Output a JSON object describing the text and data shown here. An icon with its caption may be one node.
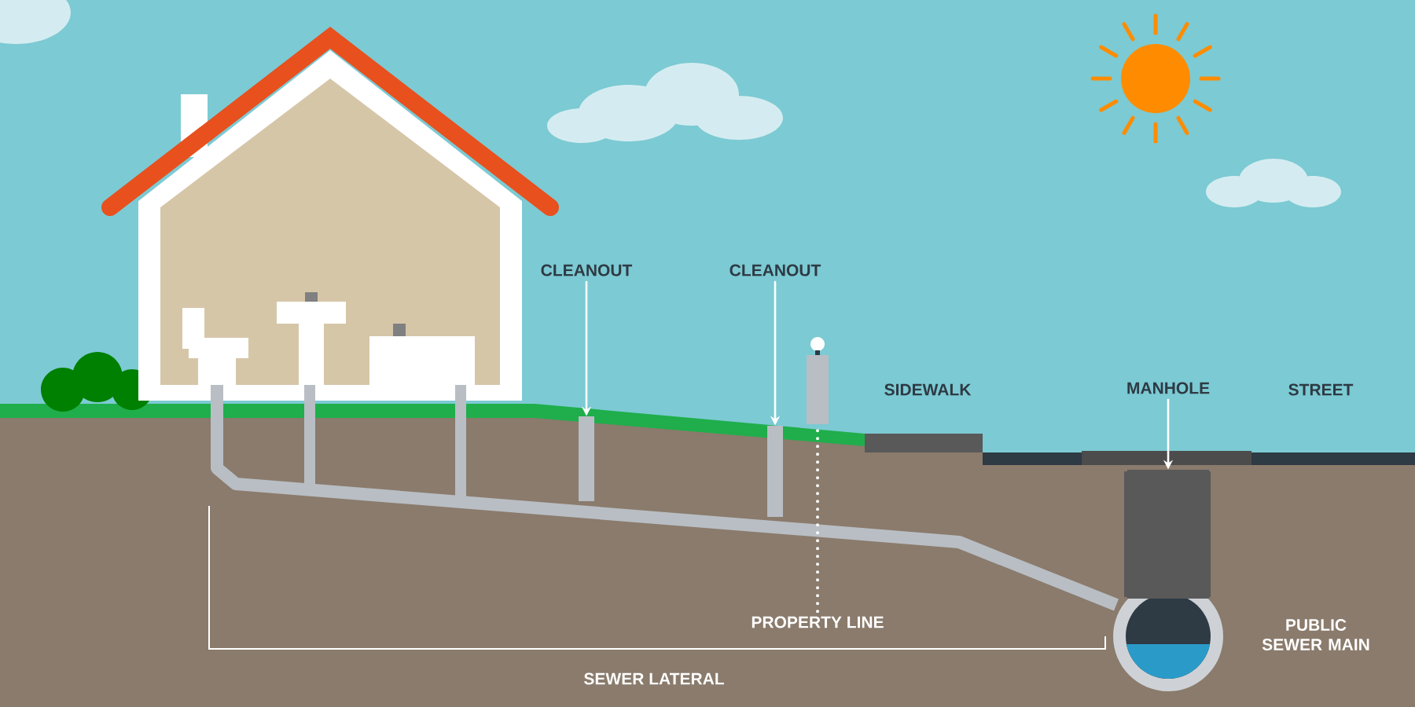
{
  "diagram": {
    "nodes": [
      {
        "text": [
          "CLEANOUT"
        ]
      },
      {
        "text": [],
        "shape": "bar"
      },
      {
        "text": [
          "CLEANOUT"
        ]
      },
      {
        "text": [],
        "shape": "bar"
      },
      {
        "text": [
          "MANHOLE"
        ]
      },
      {
        "text": [],
        "shape": "cylinder"
      },
      {
        "text": [
          "PROPERTY LINE"
        ]
      },
      {
        "text": [],
        "shape": "bar"
      }
    ],
    "edges": [
      {
        "from": 0,
        "to": 1,
        "arrow": "to"
      },
      {
        "from": 2,
        "to": 3,
        "arrow": "to"
      },
      {
        "from": 4,
        "to": 5,
        "arrow": "to"
      },
      {
        "from": 6,
        "to": 7,
        "arrow": "none",
        "style": "dashed"
      }
    ],
    "labels": [
      "SIDEWALK",
      "STREET",
      "PUBLIC SEWER MAIN",
      "SEWER LATERAL"
    ]
  }
}
